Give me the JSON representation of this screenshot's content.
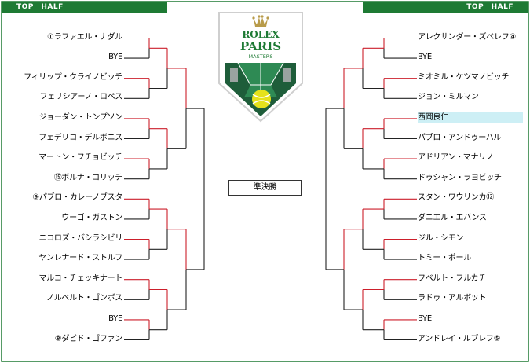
{
  "header": {
    "left_label": "TOP　HALF",
    "right_label": "TOP　HALF"
  },
  "logo": {
    "line1": "ROLEX",
    "line2": "PARIS",
    "line3": "MASTERS"
  },
  "final_label": "準決勝",
  "left_players": [
    "①ラファエル・ナダル",
    "BYE",
    "フィリップ・クライノビッチ",
    "フェリシアーノ・ロペス",
    "ジョーダン・トンプソン",
    "フェデリコ・デルボニス",
    "マートン・フチョビッチ",
    "⑮ボルナ・コリッチ",
    "⑨パブロ・カレーノブスタ",
    "ウーゴ・ガストン",
    "ニコロズ・バシラシビリ",
    "ヤンレナード・ストルフ",
    "マルコ・チェッキナート",
    "ノルベルト・ゴンボス",
    "BYE",
    "⑧ダビド・ゴファン"
  ],
  "right_players": [
    "アレクサンダー・ズベレフ④",
    "BYE",
    "ミオミル・ケツマノビッチ",
    "ジョン・ミルマン",
    "西岡良仁",
    "パブロ・アンドゥーハル",
    "アドリアン・マナリノ",
    "ドゥシャン・ラヨビッチ",
    "スタン・ワウリンカ⑫",
    "ダニエル・エバンス",
    "ジル・シモン",
    "トミー・ポール",
    "フベルト・フルカチ",
    "ラドゥ・アルボット",
    "BYE",
    "アンドレイ・ルブレフ⑤"
  ],
  "highlighted_right_index": 4,
  "colors": {
    "green": "#1e7a34",
    "red": "#cc1f2b",
    "line": "#222222",
    "highlight": "#cdeff5",
    "gold": "#b89b4a"
  }
}
